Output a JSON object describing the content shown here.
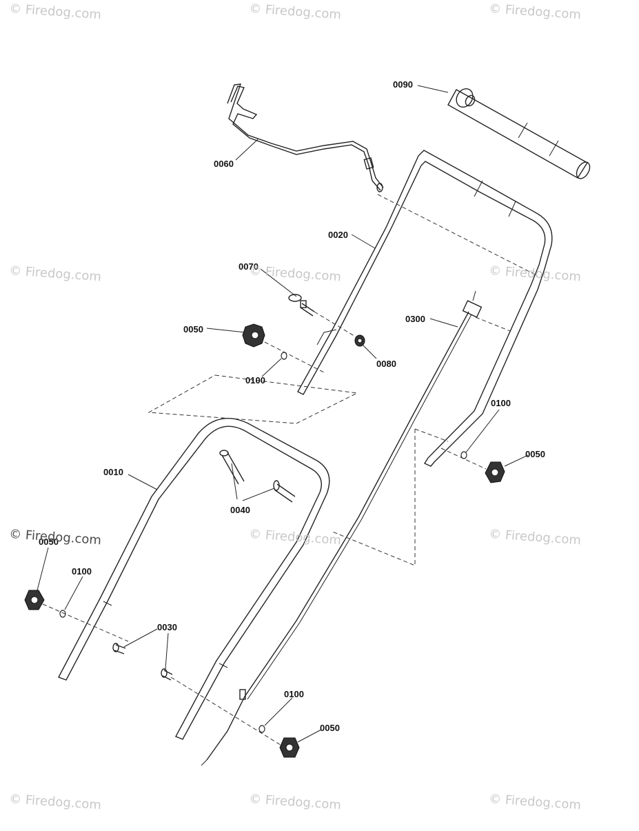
{
  "watermark_text": "© Firedog.com",
  "watermarks": [
    {
      "id": "wm-1",
      "text": "© Firedog.com"
    },
    {
      "id": "wm-2",
      "text": "© Firedog.com"
    },
    {
      "id": "wm-3",
      "text": "© Firedog.com"
    },
    {
      "id": "wm-4",
      "text": "© Firedog.com"
    },
    {
      "id": "wm-5",
      "text": "© Firedog.com"
    },
    {
      "id": "wm-6",
      "text": "© Firedog.com"
    },
    {
      "id": "wm-7",
      "text": "© Firedog.com"
    },
    {
      "id": "wm-8",
      "text": "© Firedog.com"
    },
    {
      "id": "wm-9",
      "text": "© Firedog.com"
    },
    {
      "id": "wm-10",
      "text": "© Firedog.com"
    },
    {
      "id": "wm-11",
      "text": "© Firedog.com"
    },
    {
      "id": "wm-12",
      "text": "© Firedog.com"
    }
  ],
  "part_labels": {
    "p0090": "0090",
    "p0060": "0060",
    "p0020": "0020",
    "p0070": "0070",
    "p0050_a": "0050",
    "p0080": "0080",
    "p0100_a": "0100",
    "p0300": "0300",
    "p0100_b": "0100",
    "p0050_b": "0050",
    "p0010": "0010",
    "p0040": "0040",
    "p0050_c": "0050",
    "p0100_c": "0100",
    "p0030": "0030",
    "p0100_d": "0100",
    "p0050_d": "0050"
  }
}
